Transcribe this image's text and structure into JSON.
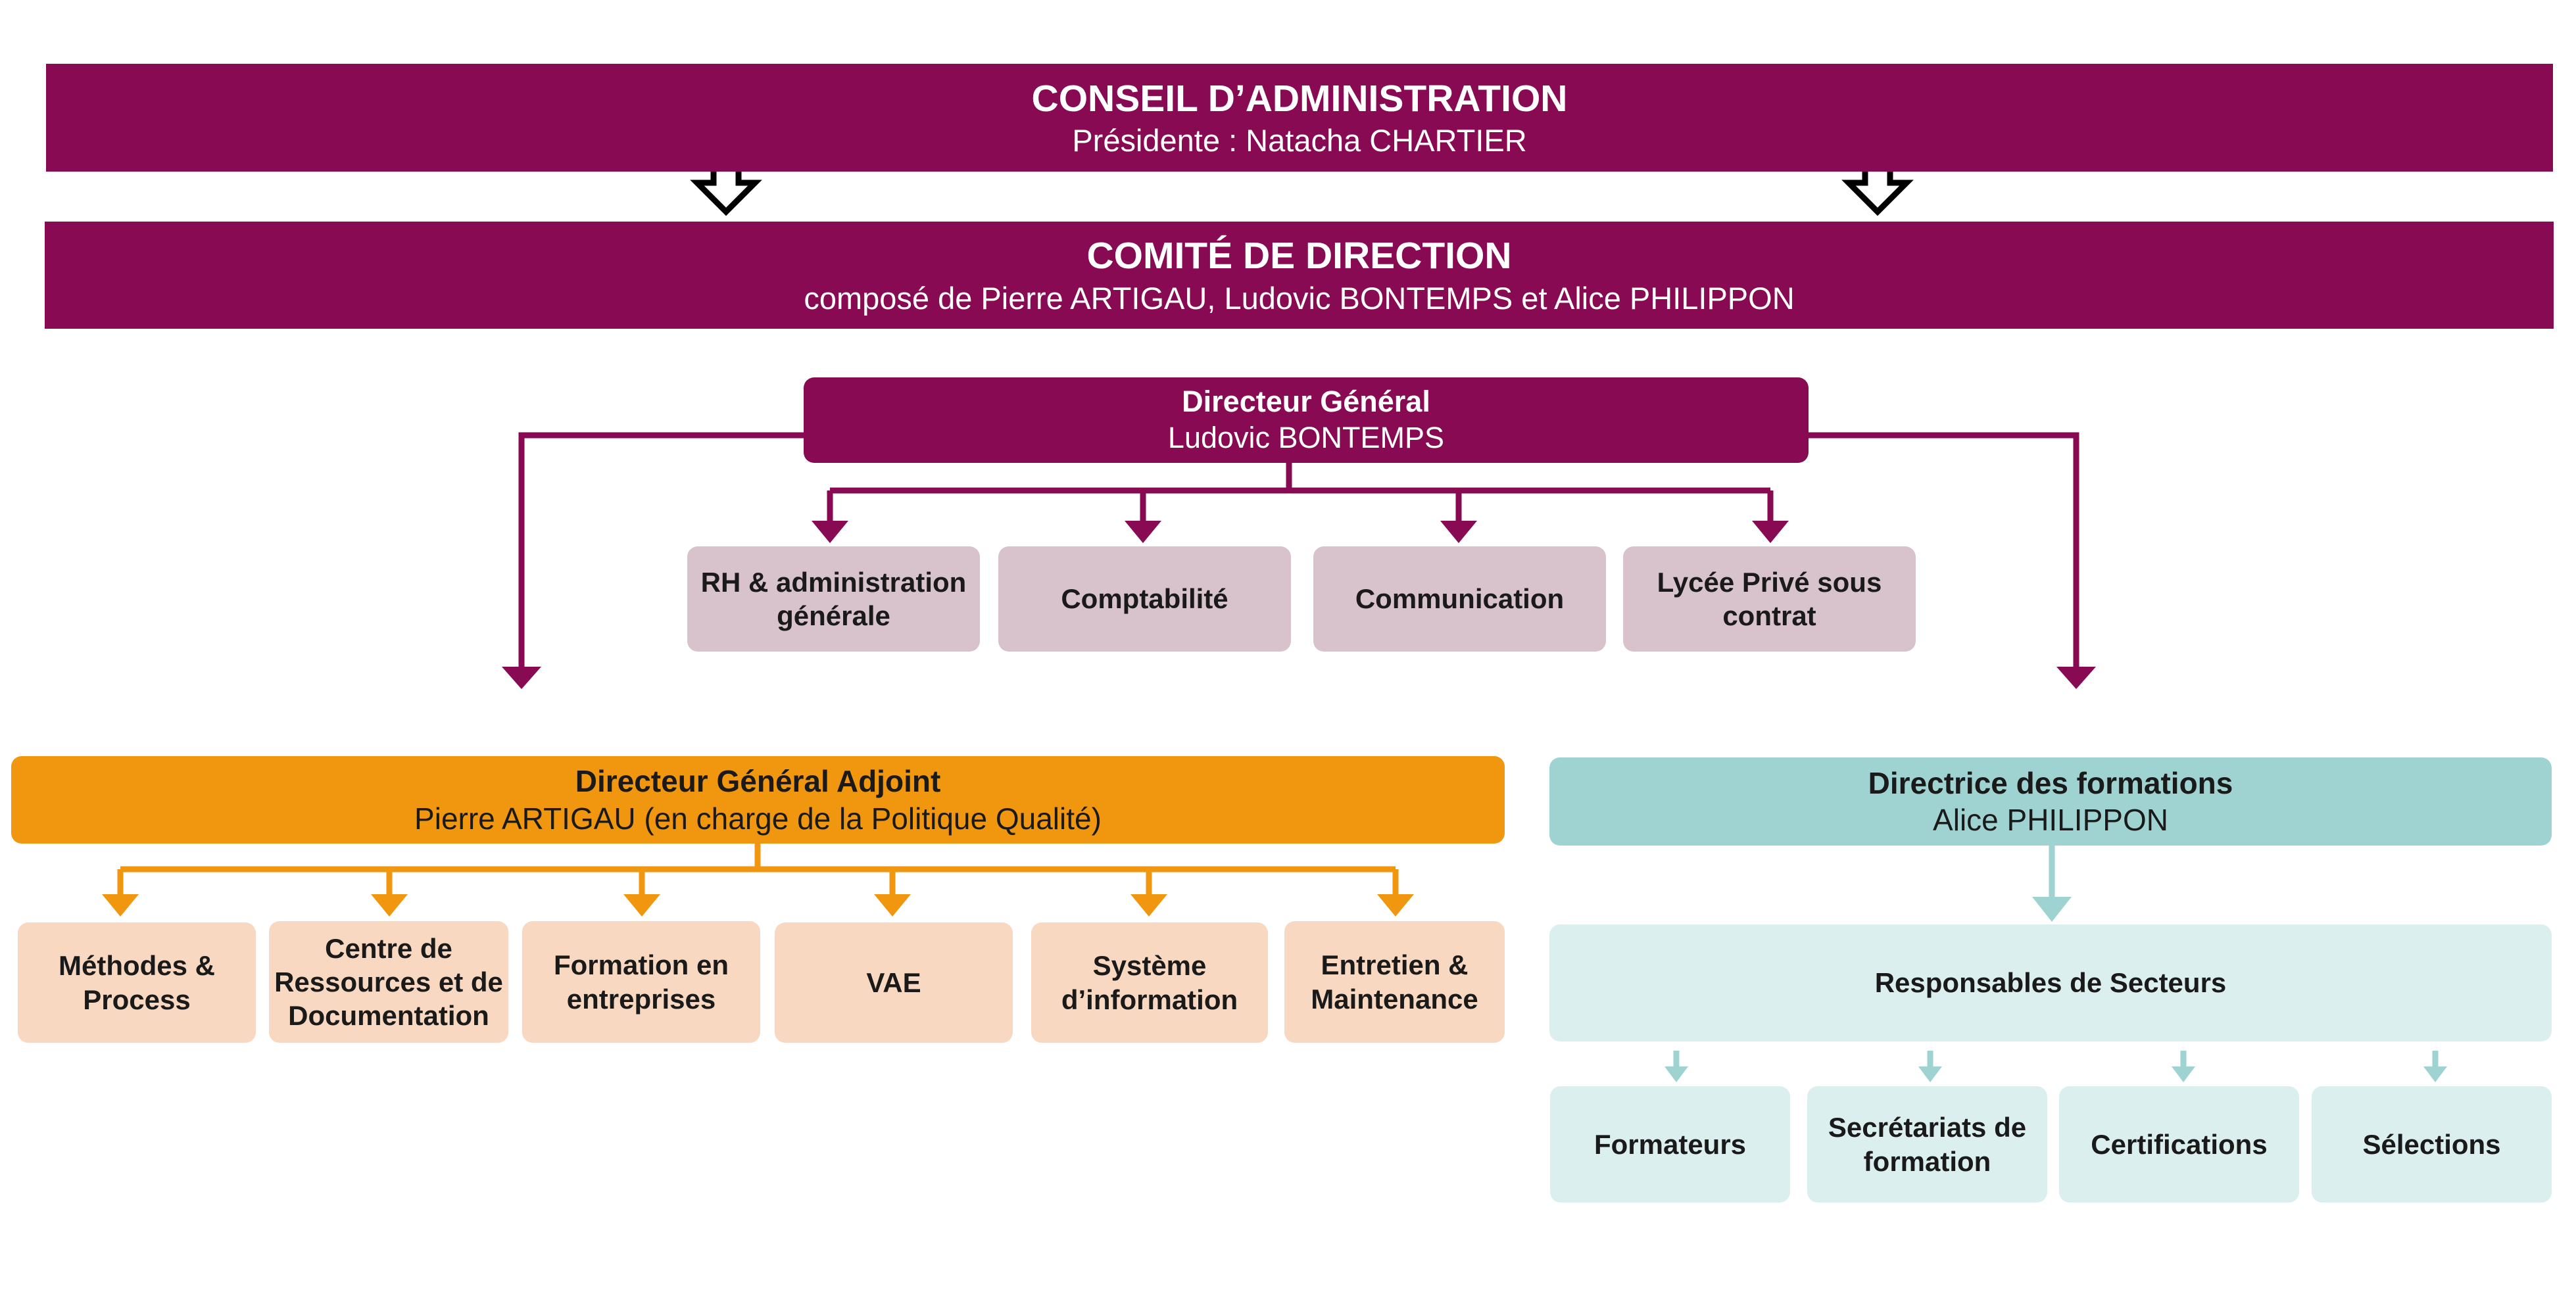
{
  "colors": {
    "plum": "#870a52",
    "plum_light": "#d8c3cc",
    "orange": "#f0960f",
    "orange_light": "#f8d8c0",
    "teal": "#9fd3d2",
    "teal_light": "#dcefef"
  },
  "conseil": {
    "title": "CONSEIL D’ADMINISTRATION",
    "subtitle": "Présidente : Natacha CHARTIER"
  },
  "comite": {
    "title": "COMITÉ DE DIRECTION",
    "subtitle": "composé de Pierre ARTIGAU, Ludovic BONTEMPS et Alice PHILIPPON"
  },
  "dg": {
    "title": "Directeur Général",
    "subtitle": "Ludovic BONTEMPS",
    "services": [
      "RH & administration générale",
      "Comptabilité",
      "Communication",
      "Lycée Privé sous contrat"
    ]
  },
  "dga": {
    "title": "Directeur Général Adjoint",
    "subtitle": "Pierre ARTIGAU (en charge de la Politique Qualité)",
    "items": [
      "Méthodes & Process",
      "Centre de Ressources et de Documentation",
      "Formation en entreprises",
      "VAE",
      "Système d’information",
      "Entretien & Maintenance"
    ]
  },
  "df": {
    "title": "Directrice des formations",
    "subtitle": "Alice PHILIPPON",
    "responsables": "Responsables de Secteurs",
    "items": [
      "Formateurs",
      "Secrétariats de formation",
      "Certifications",
      "Sélections"
    ]
  }
}
